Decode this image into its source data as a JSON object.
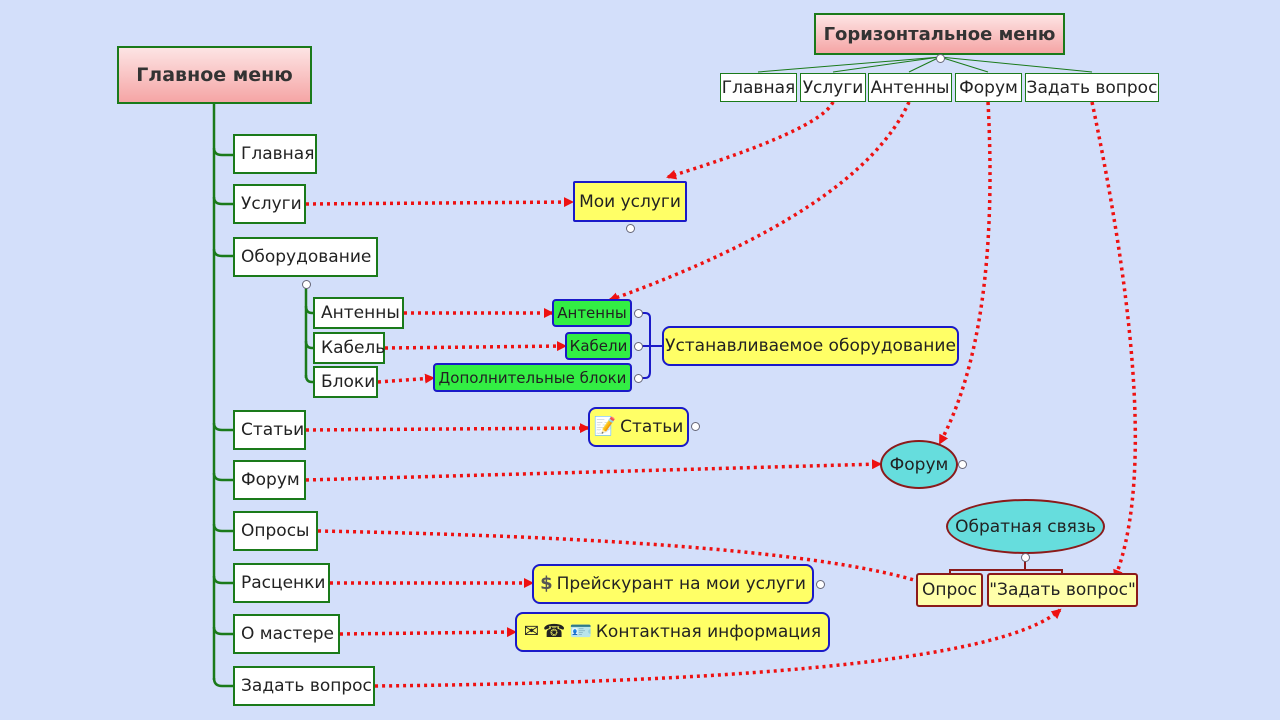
{
  "main_menu": {
    "title": "Главное меню",
    "items": [
      "Главная",
      "Услуги",
      "Оборудование",
      "Статьи",
      "Форум",
      "Опросы",
      "Расценки",
      "О мастере",
      "Задать вопрос"
    ],
    "equipment_items": [
      "Антенны",
      "Кабель",
      "Блоки"
    ]
  },
  "horizontal_menu": {
    "title": "Горизонтальное меню",
    "items": [
      "Главная",
      "Услуги",
      "Антенны",
      "Форум",
      "Задать вопрос"
    ]
  },
  "targets": {
    "my_services": "Мои услуги",
    "antennas": "Антенны",
    "cables": "Кабели",
    "extra_blocks": "Дополнительные блоки",
    "installed_equipment": "Устанавливаемое оборудование",
    "articles": "Статьи",
    "forum": "Форум",
    "feedback": "Обратная связь",
    "poll": "Опрос",
    "ask_question": "\"Задать вопрос\"",
    "price_list": "Прейскурант на мои услуги",
    "contact_info": "Контактная информация"
  },
  "icons": {
    "articles": "notepad-icon",
    "price_list": "dollar-icon",
    "contact_envelope": "envelope-icon",
    "contact_phone": "phone-icon",
    "contact_card": "id-card-icon"
  },
  "colors": {
    "background": "#d3dffa",
    "tree_line": "#1a7a1a",
    "link_arrow": "#ee1111",
    "blue_border": "#1a1ac8",
    "root_fill": "#f5a5a5",
    "yellow_fill": "#ffff66",
    "green_fill": "#33ee44",
    "ellipse_fill": "#66dddd"
  }
}
